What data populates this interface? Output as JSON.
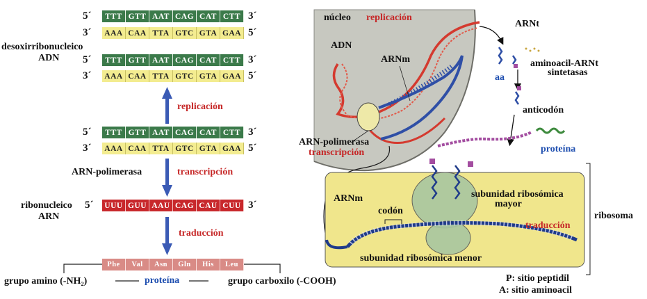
{
  "left": {
    "dna_label_1": "desoxirribonucleico",
    "dna_label_2": "ADN",
    "prime5": "5´",
    "prime3": "3´",
    "dna_top_codons": [
      "TTT",
      "GTT",
      "AAT",
      "CAG",
      "CAT",
      "CTT"
    ],
    "dna_bottom_codons": [
      "AAA",
      "CAA",
      "TTA",
      "GTC",
      "GTA",
      "GAA"
    ],
    "replicacion": "replicación",
    "arn_polimerasa": "ARN-polimerasa",
    "transcripcion": "transcripción",
    "rna_label_1": "ribonucleico",
    "rna_label_2": "ARN",
    "rna_codons": [
      "UUU",
      "GUU",
      "AAU",
      "CAG",
      "CAU",
      "CUU"
    ],
    "traduccion": "traducción",
    "protein_residues": [
      "Phe",
      "Val",
      "Asn",
      "Gln",
      "His",
      "Leu"
    ],
    "grupo_amino": "grupo amino (-NH₂)",
    "proteina": "proteína",
    "grupo_carboxilo": "grupo carboxilo (-COOH)"
  },
  "right": {
    "nucleo": "núcleo",
    "replicacion": "replicación",
    "adn": "ADN",
    "arnm": "ARNm",
    "arn_polimerasa": "ARN-polimerasa",
    "transcripcion": "transcripción",
    "arnt": "ARNt",
    "aminoacil_1": "aminoacil-ARNt",
    "aminoacil_2": "sintetasas",
    "aa": "aa",
    "anticodon": "anticodón",
    "proteina": "proteína",
    "arnm_ribo": "ARNm",
    "codon": "codón",
    "subunidad_mayor_1": "subunidad ribosómica",
    "subunidad_mayor_2": "mayor",
    "traduccion": "traducción",
    "ribosoma": "ribosoma",
    "subunidad_menor": "subunidad ribosómica menor",
    "p_sitio": "P: sitio peptidil",
    "a_sitio": "A: sitio aminoacil"
  },
  "colors": {
    "dna_green": "#3b7a4a",
    "dna_yellow": "#f3ec90",
    "rna_red": "#c8282c",
    "protein_pink": "#d98b86",
    "arrow_blue": "#3b5bb5",
    "label_red": "#c62828",
    "label_blue": "#1f4fb0",
    "nucleus_gray": "#c7c8c0",
    "ribosome_yellow": "#f0e68c"
  }
}
